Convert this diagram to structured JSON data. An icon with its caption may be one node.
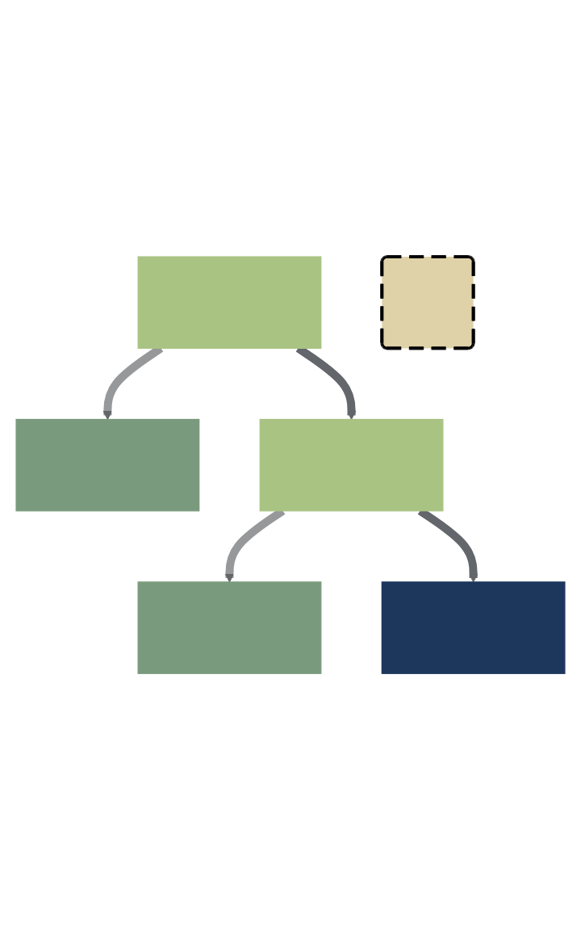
{
  "diagram": {
    "nodes": [
      {
        "text": [],
        "shape": "box"
      },
      {
        "text": [],
        "shape": "box"
      },
      {
        "text": [],
        "shape": "box"
      },
      {
        "text": [],
        "shape": "box"
      },
      {
        "text": [],
        "shape": "box"
      },
      {
        "text": [],
        "shape": "box"
      }
    ],
    "edges": [
      {
        "from": 0,
        "to": 1,
        "arrow": "to",
        "color": "#97989a"
      },
      {
        "from": 0,
        "to": 2,
        "arrow": "to",
        "color": "#63666a"
      },
      {
        "from": 2,
        "to": 3,
        "arrow": "to",
        "color": "#97989a"
      },
      {
        "from": 2,
        "to": 4,
        "arrow": "to",
        "color": "#63666a"
      }
    ]
  }
}
